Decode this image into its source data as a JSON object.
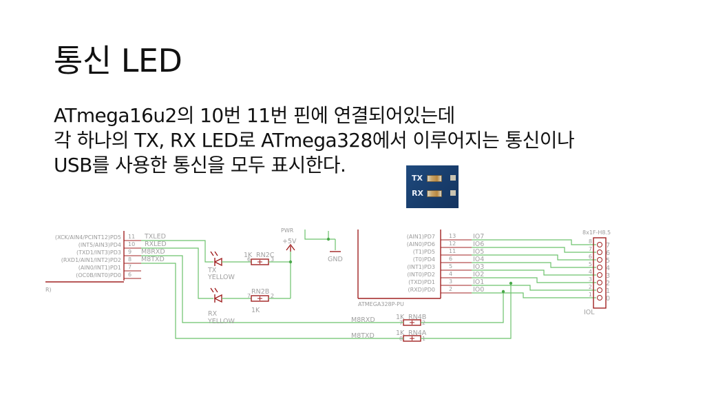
{
  "title": "통신 LED",
  "body": [
    "ATmega16u2의 10번 11번 핀에 연결되어있는데",
    "각 하나의 TX, RX LED로 ATmega328에서 이루어지는 통신이나",
    "USB를 사용한 통신을 모두 표시한다."
  ],
  "photo": {
    "tx_label": "TX",
    "rx_label": "RX"
  },
  "schematic": {
    "left_pins": [
      {
        "name": "(XCK/AIN4/PCINT12)PD5",
        "num": "11",
        "net": "TXLED"
      },
      {
        "name": "(INT5/AIN3)PD4",
        "num": "10",
        "net": "RXLED"
      },
      {
        "name": "(TXD1/INT3)PD3",
        "num": "9",
        "net": "M8RXD"
      },
      {
        "name": "(RXD1/AIN1/INT2)PD2",
        "num": "8",
        "net": "M8TXD"
      },
      {
        "name": "(AIN0/INT1)PD1",
        "num": "7",
        "net": ""
      },
      {
        "name": "(OC0B/INT0)PD0",
        "num": "6",
        "net": ""
      }
    ],
    "left_partial": "R)",
    "leds": [
      {
        "ref": "TX",
        "color": "YELLOW"
      },
      {
        "ref": "RX",
        "color": "YELLOW"
      }
    ],
    "resistors": [
      {
        "ref": "RN2C",
        "value": "1K",
        "pin_a": "6",
        "pin_b": "3"
      },
      {
        "ref": "RN2B",
        "value": "1K",
        "pin_a": "7",
        "pin_b": "2"
      },
      {
        "ref": "RN4B",
        "value": "1K",
        "pin_a": "7",
        "pin_b": "2"
      },
      {
        "ref": "RN4A",
        "value": "1K",
        "pin_a": "8",
        "pin_b": "1"
      }
    ],
    "supply": {
      "label": "+5V",
      "top": "PWR"
    },
    "gnd": "GND",
    "mid_nets": [
      "M8RXD",
      "M8TXD"
    ],
    "right_pins": [
      {
        "name": "(AIN1)PD7",
        "num": "13",
        "net": "IO7"
      },
      {
        "name": "(AIN0)PD6",
        "num": "12",
        "net": "IO6"
      },
      {
        "name": "(T1)PD5",
        "num": "11",
        "net": "IO5"
      },
      {
        "name": "(T0)PD4",
        "num": "6",
        "net": "IO4"
      },
      {
        "name": "(INT1)PD3",
        "num": "5",
        "net": "IO3"
      },
      {
        "name": "(INT0)PD2",
        "num": "4",
        "net": "IO2"
      },
      {
        "name": "(TXD)PD1",
        "num": "3",
        "net": "IO1"
      },
      {
        "name": "(RXD)PD0",
        "num": "2",
        "net": "IO0"
      }
    ],
    "chip_label": "ATMEGA328P-PU",
    "header_label": "8x1F-H8.5",
    "header_ref": "IOL",
    "header_pins": [
      "8",
      "7",
      "6",
      "5",
      "4",
      "3",
      "2",
      "1"
    ],
    "header_nums": [
      "7",
      "6",
      "5",
      "4",
      "3",
      "2",
      "1",
      "0"
    ]
  }
}
